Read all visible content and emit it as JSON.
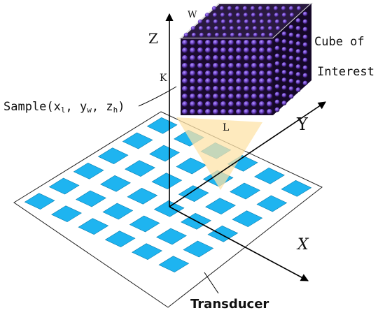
{
  "labels": {
    "axis_z": "Z",
    "axis_y": "Y",
    "axis_x": "X",
    "cube_width": "W",
    "cube_height": "K",
    "cube_length": "L",
    "cube_title_line1": "Cube of",
    "cube_title_line2": "Interest",
    "sample": "Sample(x",
    "sample_l": "l",
    "sample_sep1": ", y",
    "sample_w": "w",
    "sample_sep2": ", z",
    "sample_h": "h",
    "sample_close": ")",
    "transducer": "Transducer"
  },
  "colors": {
    "transducer_element": "#1eb4f0",
    "cone": "#fde3a8",
    "cube_face": "#1a0a2e",
    "cube_voxel": "#7a4fd0",
    "axis": "#000000"
  },
  "icons": {
    "transducer_array": "grid-of-elements",
    "cube": "voxel-cube"
  }
}
